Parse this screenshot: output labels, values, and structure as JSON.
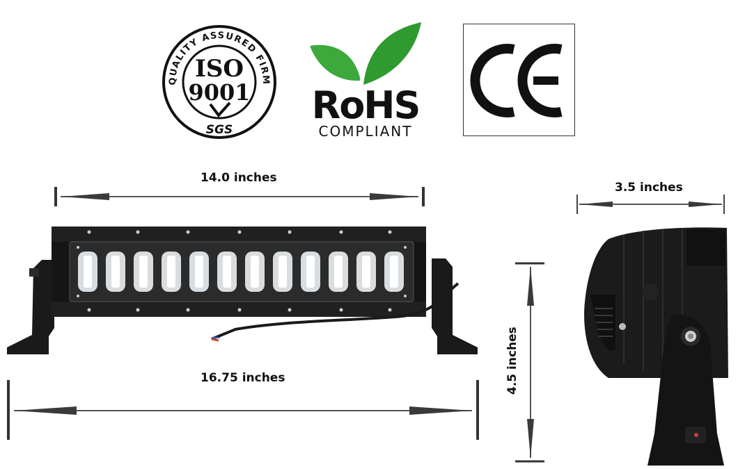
{
  "logos": {
    "iso": {
      "ring_text": "QUALITY ASSURED FIRM",
      "line1": "ISO",
      "line2": "9001",
      "bottom": "SGS"
    },
    "rohs": {
      "title": "RoHS",
      "subtitle": "COMPLIANT",
      "leaf_dark": "#2e8b2e",
      "leaf_light": "#49b949"
    },
    "ce": {
      "mark": "CE"
    }
  },
  "dimensions": {
    "lens_width": "14.0 inches",
    "overall_width": "16.75 inches",
    "depth": "3.5 inches",
    "height": "4.5 inches"
  },
  "colors": {
    "arrow": "#3a3a3a",
    "housing": "#151515"
  }
}
